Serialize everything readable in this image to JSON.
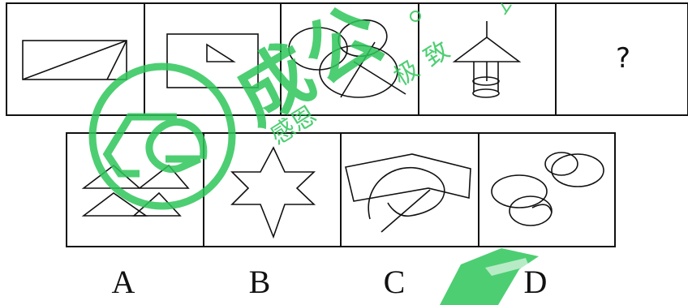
{
  "question": {
    "unknown_mark": "?",
    "option_labels": [
      "A",
      "B",
      "C",
      "D"
    ]
  },
  "watermark": {
    "main_text": "成公",
    "sub_text_1": "感恩",
    "sub_text_2": "极致",
    "color": "#2fc65a"
  },
  "colors": {
    "line": "#111111",
    "background": "#ffffff"
  }
}
